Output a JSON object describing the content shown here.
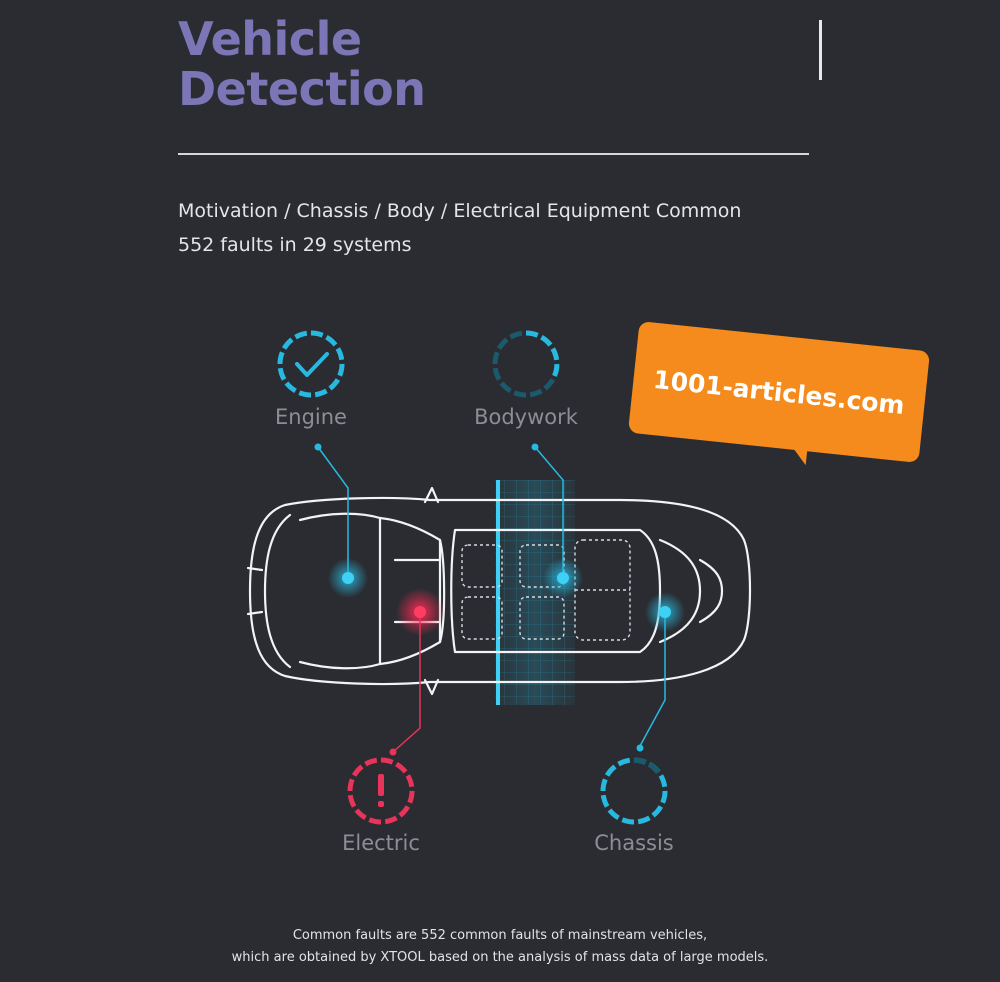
{
  "header": {
    "title_line1": "Vehicle",
    "title_line2": "Detection",
    "subtitle_line1": "Motivation / Chassis / Body / Electrical Equipment Common",
    "subtitle_line2": "552 faults in 29 systems"
  },
  "systems": [
    {
      "label": "Engine",
      "status": "check",
      "color": "#27b9e0"
    },
    {
      "label": "Bodywork",
      "status": "scanning",
      "color": "#27b9e0"
    },
    {
      "label": "Electric",
      "status": "alert",
      "color": "#e8335a"
    },
    {
      "label": "Chassis",
      "status": "scanning",
      "color": "#27b9e0"
    }
  ],
  "badge": {
    "text": "1001-articles.com",
    "color": "#f58b1c"
  },
  "footnote": {
    "line1": "Common faults are 552 common faults of mainstream vehicles,",
    "line2": "which are obtained by XTOOL based on the analysis of mass data of large models."
  },
  "colors": {
    "background": "#2b2c31",
    "title": "#7c76b6",
    "accent": "#27b9e0",
    "alert": "#e8335a"
  }
}
